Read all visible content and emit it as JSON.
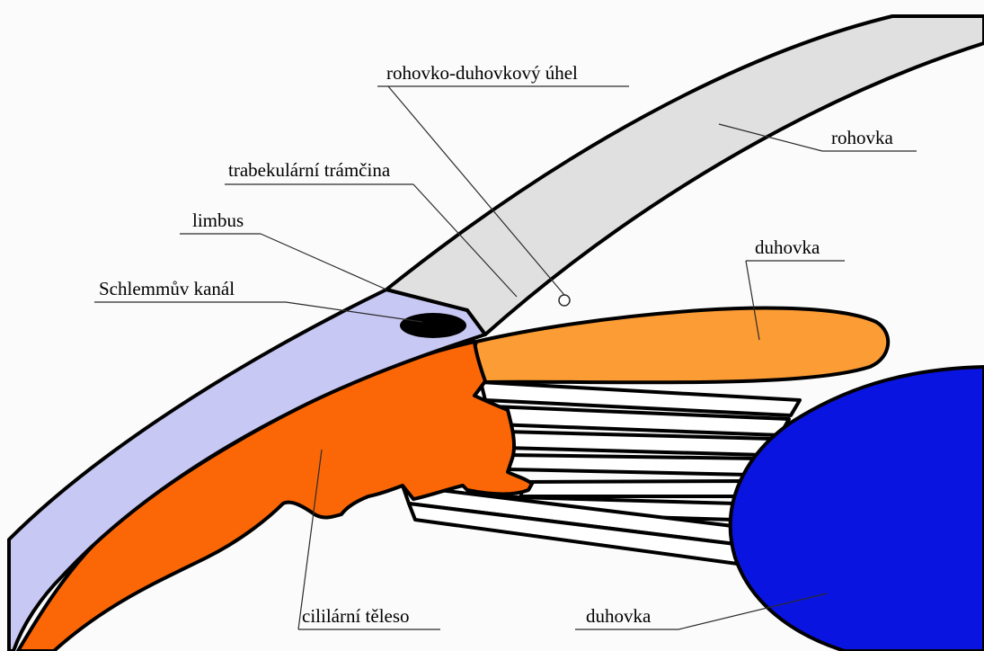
{
  "labels": {
    "angle": "rohovko-duhovkový úhel",
    "cornea": "rohovka",
    "trabecular": "trabekulární trámčina",
    "limbus": "limbus",
    "schlemm": "Schlemmův kanál",
    "iris": "duhovka",
    "ciliary": "cililární těleso",
    "lens": "duhovka"
  },
  "colors": {
    "background": "#fbfbfb",
    "cornea": "#e0e0e0",
    "sclera": "#c8c8f4",
    "iris": "#fb9c35",
    "ciliary_body": "#fb6706",
    "lens": "#0a14e0",
    "canal": "#000000",
    "outline": "#000000"
  }
}
